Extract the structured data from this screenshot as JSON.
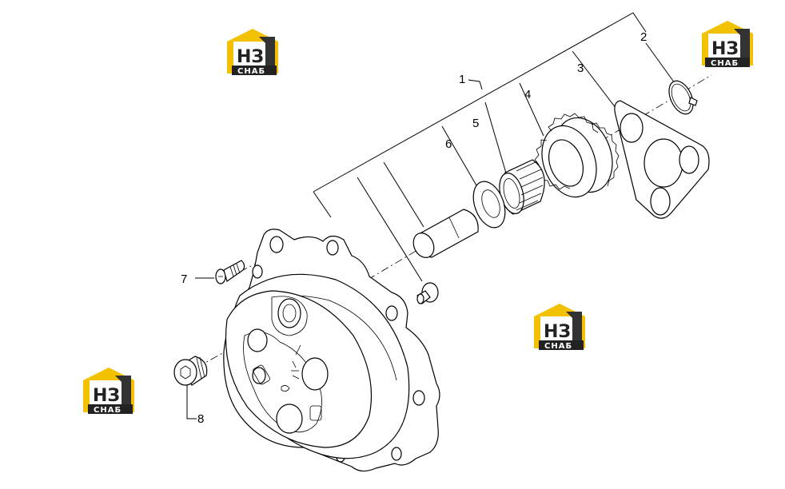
{
  "diagram": {
    "callouts": [
      {
        "id": "1",
        "label": "1"
      },
      {
        "id": "2",
        "label": "2"
      },
      {
        "id": "3",
        "label": "3"
      },
      {
        "id": "4",
        "label": "4"
      },
      {
        "id": "5",
        "label": "5"
      },
      {
        "id": "6",
        "label": "6"
      },
      {
        "id": "7",
        "label": "7"
      },
      {
        "id": "8",
        "label": "8"
      }
    ]
  },
  "watermark": {
    "line1": "НЗ",
    "line2": "СНАБ",
    "accent_color": "#f2c200",
    "dark_color": "#222222"
  }
}
